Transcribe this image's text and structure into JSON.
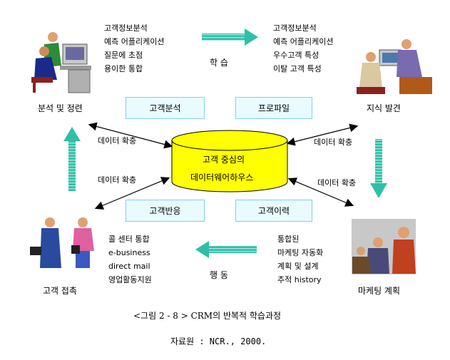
{
  "diagram": {
    "top_left_list": [
      "고객정보분석",
      "예측 어플리케이션",
      "질문에 초점",
      "용이한 통합"
    ],
    "top_right_list": [
      "고객정보분석",
      "예측 어플리케이션",
      "우수고객 특성",
      "이탈 고객 특성"
    ],
    "learning_label": "학 습",
    "action_label": "행 동",
    "node_analysis": "분석 및 정련",
    "node_discovery": "지식 발견",
    "node_contact": "고객 접촉",
    "node_planning": "마케팅 계획",
    "box_customer_analysis": "고객분석",
    "box_profile": "프로파일",
    "box_customer_response": "고객반응",
    "box_customer_history": "고객이력",
    "center_line1": "고객 중심의",
    "center_line2": "데이터웨어하우스",
    "data_extension": "데이터 확충",
    "bottom_left_list": [
      "콜 센터 통합",
      "e-business",
      "direct mail",
      "영업활동지원"
    ],
    "bottom_right_list": [
      "통합된",
      "마케팅 자동화",
      "계획 및 설계",
      "추적 history"
    ]
  },
  "caption": "<그림 2 - 8 >  CRM의 반복적 학습과정",
  "source": "자료원 : NCR., 2000.",
  "colors": {
    "arrow_teal": "#2fbfa8",
    "box_fill": "#e9fbff",
    "cylinder": "#ffff00"
  }
}
